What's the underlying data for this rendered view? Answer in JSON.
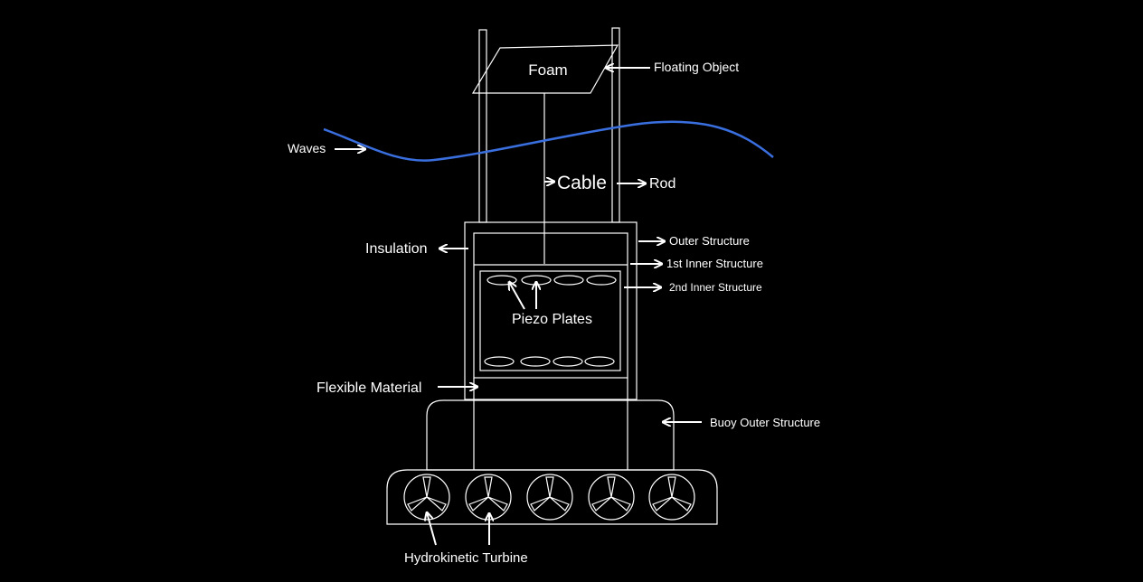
{
  "diagram": {
    "colors": {
      "background": "#000000",
      "lines": "#ffffff",
      "wave": "#3a6fe0"
    },
    "labels": {
      "foam": "Foam",
      "floating_object": "Floating Object",
      "waves": "Waves",
      "cable": "Cable",
      "rod": "Rod",
      "insulation": "Insulation",
      "outer_structure": "Outer Structure",
      "first_inner_structure": "1st Inner Structure",
      "second_inner_structure": "2nd Inner Structure",
      "piezo_plates": "Piezo Plates",
      "flexible_material": "Flexible Material",
      "buoy_outer_structure": "Buoy Outer Structure",
      "hydrokinetic_turbine": "Hydrokinetic Turbine"
    },
    "piezo_plate_count": {
      "top_row": 4,
      "bottom_row": 4
    },
    "turbine_count": 5
  }
}
